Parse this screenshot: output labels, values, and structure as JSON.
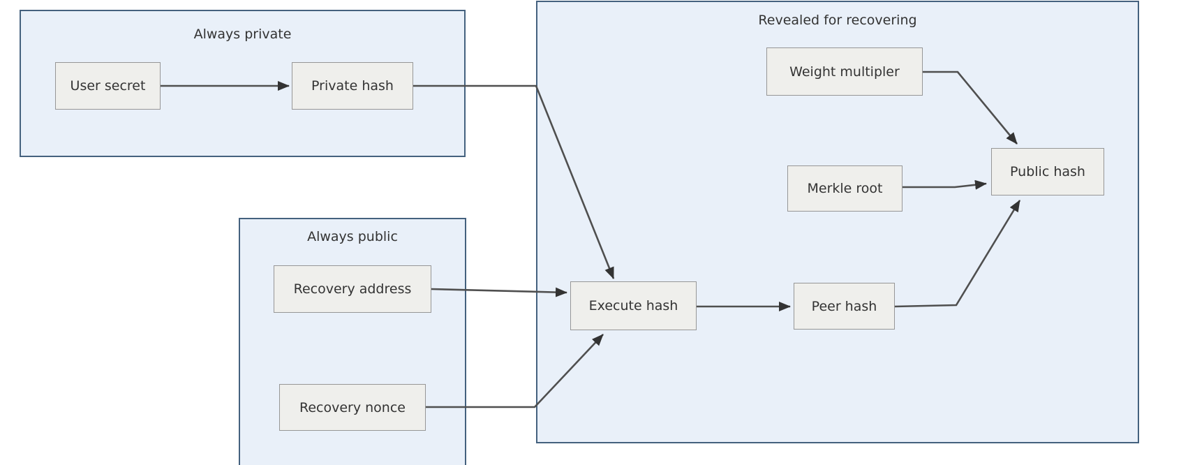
{
  "diagram": {
    "groups": [
      {
        "id": "always-private",
        "title": "Always private"
      },
      {
        "id": "always-public",
        "title": "Always public"
      },
      {
        "id": "revealed-for-recovering",
        "title": "Revealed for recovering"
      }
    ],
    "nodes": [
      {
        "id": "user-secret",
        "label": "User secret",
        "group": "always-private"
      },
      {
        "id": "private-hash",
        "label": "Private hash",
        "group": "always-private"
      },
      {
        "id": "recovery-address",
        "label": "Recovery address",
        "group": "always-public"
      },
      {
        "id": "recovery-nonce",
        "label": "Recovery nonce",
        "group": "always-public"
      },
      {
        "id": "execute-hash",
        "label": "Execute hash",
        "group": "revealed-for-recovering"
      },
      {
        "id": "peer-hash",
        "label": "Peer hash",
        "group": "revealed-for-recovering"
      },
      {
        "id": "merkle-root",
        "label": "Merkle root",
        "group": "revealed-for-recovering"
      },
      {
        "id": "public-hash",
        "label": "Public hash",
        "group": "revealed-for-recovering"
      },
      {
        "id": "weight-multipler",
        "label": "Weight multipler",
        "group": "revealed-for-recovering"
      }
    ],
    "edges": [
      {
        "from": "user-secret",
        "to": "private-hash"
      },
      {
        "from": "private-hash",
        "to": "execute-hash"
      },
      {
        "from": "recovery-address",
        "to": "execute-hash"
      },
      {
        "from": "recovery-nonce",
        "to": "execute-hash"
      },
      {
        "from": "execute-hash",
        "to": "peer-hash"
      },
      {
        "from": "peer-hash",
        "to": "public-hash"
      },
      {
        "from": "merkle-root",
        "to": "public-hash"
      },
      {
        "from": "weight-multipler",
        "to": "public-hash"
      }
    ],
    "colors": {
      "group_fill": "#e9f0f9",
      "group_border": "#44617e",
      "node_fill": "#efefec",
      "node_border": "#969696",
      "edge_stroke": "#4f4f4f",
      "arrowhead": "#333333",
      "text": "#333333",
      "page_background": "#ffffff"
    }
  }
}
